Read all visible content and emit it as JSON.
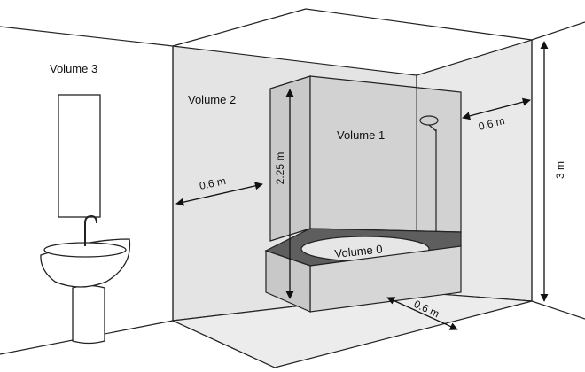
{
  "labels": {
    "volume3": "Volume 3",
    "volume2": "Volume 2",
    "volume1": "Volume 1",
    "volume0": "Volume 0",
    "height_inner": "2.25 m",
    "height_room": "3 m",
    "dist_left": "0.6 m",
    "dist_right": "0.6 m",
    "dist_front": "0.6 m"
  }
}
